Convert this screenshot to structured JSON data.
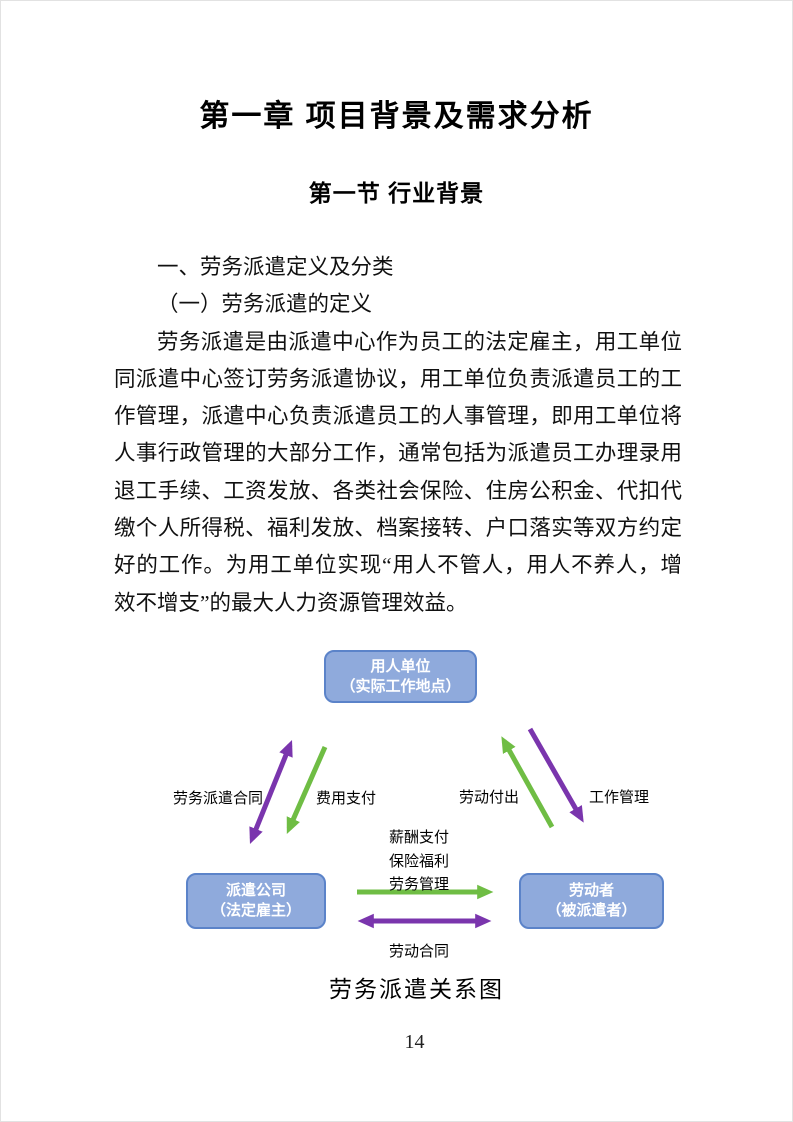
{
  "page": {
    "title": "第一章 项目背景及需求分析",
    "subtitle": "第一节 行业背景",
    "page_number": "14"
  },
  "body": {
    "lines": [
      "一、劳务派遣定义及分类",
      "（一）劳务派遣的定义",
      "劳务派遣是由派遣中心作为员工的法定雇主，用工单位",
      "同派遣中心签订劳务派遣协议，用工单位负责派遣员工的工",
      "作管理，派遣中心负责派遣员工的人事管理，即用工单位将",
      "人事行政管理的大部分工作，通常包括为派遣员工办理录用",
      "退工手续、工资发放、各类社会保险、住房公积金、代扣代",
      "缴个人所得税、福利发放、档案接转、户口落实等双方约定",
      "好的工作。为用工单位实现“用人不管人，用人不养人，增",
      "效不增支”的最大人力资源管理效益。"
    ]
  },
  "diagram": {
    "caption": "劳务派遣关系图",
    "nodes": {
      "employer": {
        "line1": "用人单位",
        "line2": "（实际工作地点）"
      },
      "dispatch": {
        "line1": "派遣公司",
        "line2": "（法定雇主）"
      },
      "worker": {
        "line1": "劳动者",
        "line2": "（被派遣者）"
      }
    },
    "edge_labels": {
      "dispatch_contract": "劳务派遣合同",
      "fee_payment": "费用支付",
      "labor_contribution": "劳动付出",
      "work_management": "工作管理",
      "mid_line1": "薪酬支付",
      "mid_line2": "保险福利",
      "mid_line3": "劳务管理",
      "labor_contract": "劳动合同"
    },
    "colors": {
      "node_fill": "#8FAADC",
      "node_border": "#5B83C9",
      "arrow_green": "#6FBD44",
      "arrow_purple": "#7A35AD"
    }
  }
}
